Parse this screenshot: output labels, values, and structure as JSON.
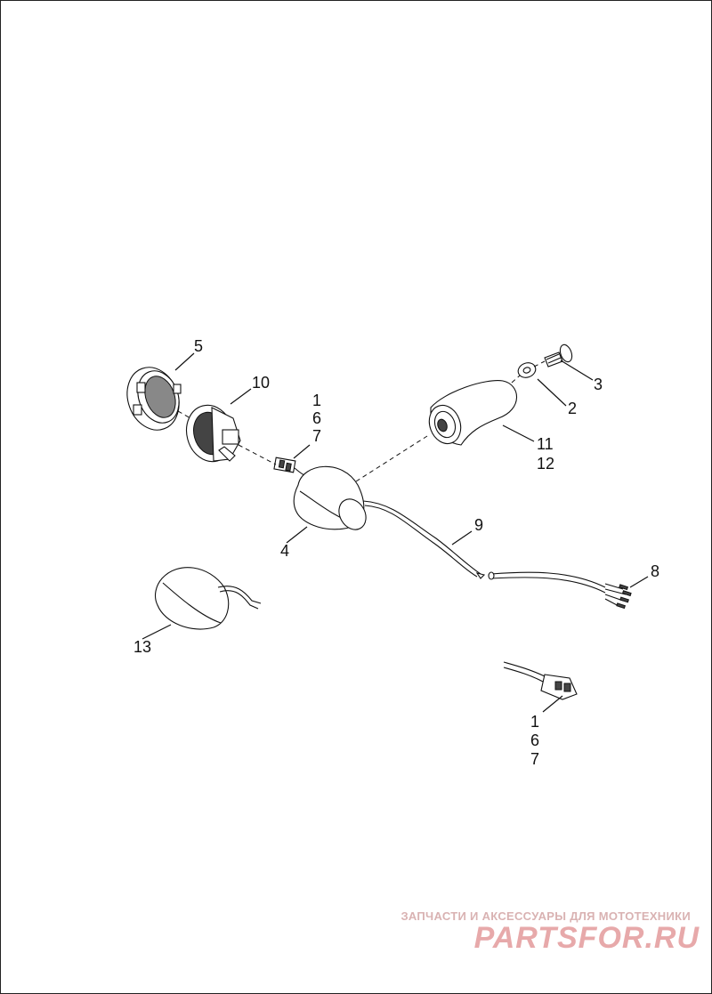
{
  "callouts": {
    "c5": "5",
    "c10": "10",
    "c1a": "1",
    "c6a": "6",
    "c7a": "7",
    "c3": "3",
    "c2": "2",
    "c11": "11",
    "c12": "12",
    "c9": "9",
    "c4": "4",
    "c8": "8",
    "c13": "13",
    "c1b": "1",
    "c6b": "6",
    "c7b": "7"
  },
  "watermark": {
    "tagline": "ЗАПЧАСТИ И АКСЕССУАРЫ ДЛЯ МОТОТЕХНИКИ",
    "logo": "PARTSFOR.RU",
    "color": "#e7a9aa"
  }
}
